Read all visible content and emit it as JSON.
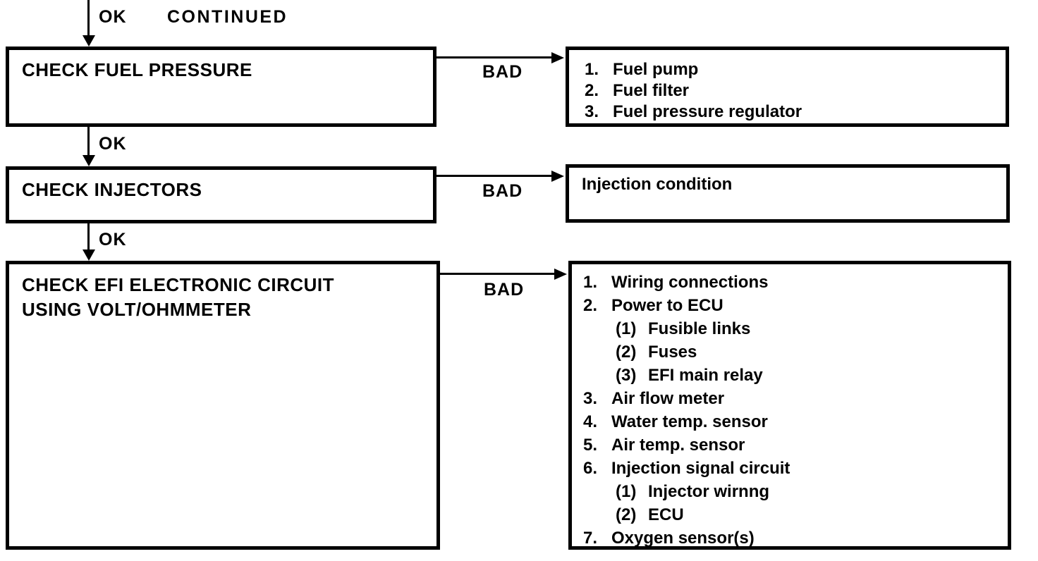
{
  "colors": {
    "ink": "#000000",
    "paper": "#ffffff"
  },
  "labels": {
    "ok_top": "OK",
    "continued": "CONTINUED"
  },
  "steps": [
    {
      "check": "CHECK FUEL PRESSURE",
      "branch": "BAD",
      "ok_next": "OK",
      "results": [
        {
          "num": "1.",
          "text": "Fuel pump"
        },
        {
          "num": "2.",
          "text": "Fuel filter"
        },
        {
          "num": "3.",
          "text": "Fuel pressure regulator"
        }
      ]
    },
    {
      "check": "CHECK INJECTORS",
      "branch": "BAD",
      "ok_next": "OK",
      "results": [
        {
          "num": "",
          "text": "Injection condition"
        }
      ]
    },
    {
      "check_line1": "CHECK EFI ELECTRONIC CIRCUIT",
      "check_line2": "USING VOLT/OHMMETER",
      "branch": "BAD",
      "results": [
        {
          "num": "1.",
          "text": "Wiring connections",
          "level": 1
        },
        {
          "num": "2.",
          "text": "Power to ECU",
          "level": 1
        },
        {
          "num": "(1)",
          "text": "Fusible links",
          "level": 2
        },
        {
          "num": "(2)",
          "text": "Fuses",
          "level": 2
        },
        {
          "num": "(3)",
          "text": "EFI main relay",
          "level": 2
        },
        {
          "num": "3.",
          "text": "Air flow meter",
          "level": 1
        },
        {
          "num": "4.",
          "text": "Water temp. sensor",
          "level": 1
        },
        {
          "num": "5.",
          "text": "Air temp. sensor",
          "level": 1
        },
        {
          "num": "6.",
          "text": "Injection signal circuit",
          "level": 1
        },
        {
          "num": "(1)",
          "text": "Injector wirnng",
          "level": 2
        },
        {
          "num": "(2)",
          "text": "ECU",
          "level": 2
        },
        {
          "num": "7.",
          "text": "Oxygen sensor(s)",
          "level": 1
        }
      ]
    }
  ]
}
